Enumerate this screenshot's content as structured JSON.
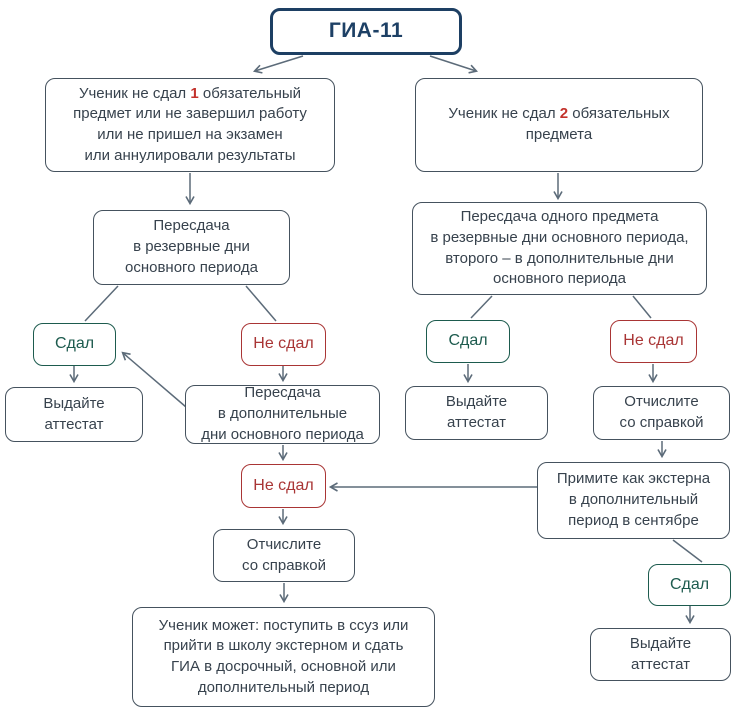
{
  "palette": {
    "navy": "#1d4065",
    "box_border": "#45525e",
    "box_text": "#37424d",
    "line": "#5c6b79",
    "green": "#1d5b4e",
    "red": "#a93535",
    "highlight_red": "#c3322c",
    "background": "#ffffff"
  },
  "title": {
    "label": "ГИА-11"
  },
  "nodes": {
    "left_start": {
      "prefix": "Ученик не сдал ",
      "number": "1",
      "suffix": " обязательный\nпредмет или не завершил работу\nили не пришел на экзамен\nили аннулировали результаты"
    },
    "right_start": {
      "prefix": "Ученик не сдал ",
      "number": "2",
      "suffix": " обязательных\nпредмета"
    },
    "left_retake_reserve": {
      "label": "Пересдача\nв резервные дни\nосновного периода"
    },
    "right_retake": {
      "label": "Пересдача одного предмета\nв резервные дни основного периода,\nвторого – в дополнительные дни\nосновного периода"
    },
    "left_passed": {
      "label": "Сдал"
    },
    "left_failed": {
      "label": "Не сдал"
    },
    "left_certificate": {
      "label": "Выдайте\nаттестат"
    },
    "left_retake_additional": {
      "label": "Пересдача\nв дополнительные\nдни основного периода"
    },
    "middle_failed": {
      "label": "Не сдал"
    },
    "middle_expel": {
      "label": "Отчислите\nсо справкой"
    },
    "student_options": {
      "label": "Ученик может: поступить в ссуз или\nприйти в школу экстерном и сдать\nГИА в досрочный, основной или\nдополнительный период"
    },
    "right_passed": {
      "label": "Сдал"
    },
    "right_failed": {
      "label": "Не сдал"
    },
    "right_certificate": {
      "label": "Выдайте\nаттестат"
    },
    "right_expel": {
      "label": "Отчислите\nсо справкой"
    },
    "accept_extern": {
      "label": "Примите как экстерна\nв дополнительный\nпериод в сентябре"
    },
    "september_passed": {
      "label": "Сдал"
    },
    "bottom_certificate": {
      "label": "Выдайте\nаттестат"
    }
  }
}
